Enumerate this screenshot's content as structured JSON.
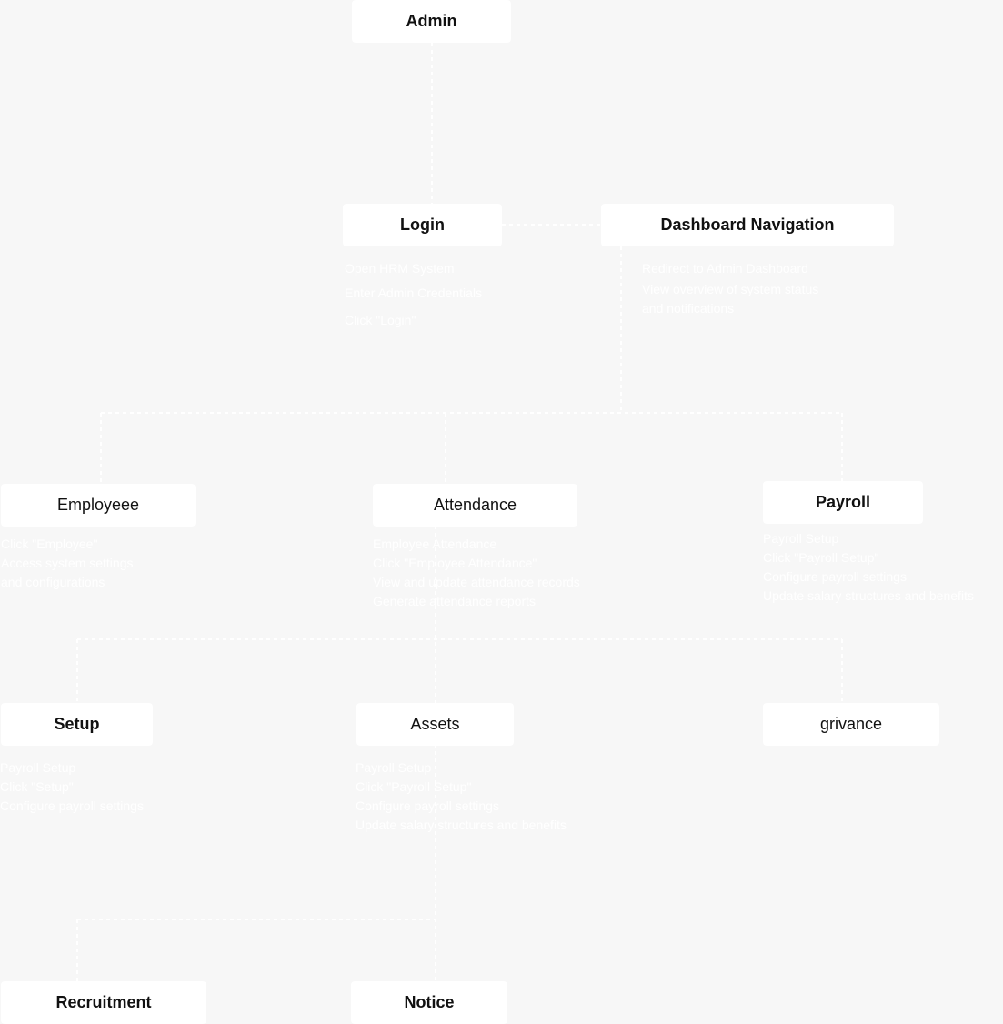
{
  "colors": {
    "background": "#f7f7f7",
    "node": "#ffffff",
    "connector": "#ffffff",
    "note_text": "#ffffff",
    "node_text": "#111111"
  },
  "nodes": {
    "admin": {
      "label": "Admin"
    },
    "login": {
      "label": "Login",
      "notes": [
        "Open HRM System",
        "Enter Admin Credentials",
        "Click \"Login\""
      ]
    },
    "dashboard": {
      "label": "Dashboard Navigation",
      "notes": [
        "Redirect to Admin Dashboard",
        "View overview of system status",
        "and notifications"
      ]
    },
    "employee": {
      "label": "Employeee",
      "notes": [
        "Click \"Employee\"",
        "Access system settings",
        "and configurations"
      ]
    },
    "attendance": {
      "label": "Attendance",
      "notes": [
        "Employee Attendance",
        "Click \"Employee Attendance\"",
        "View and update attendance records",
        "Generate attendance reports"
      ]
    },
    "payroll": {
      "label": "Payroll",
      "notes": [
        "Payroll Setup",
        "Click \"Payroll Setup\"",
        "Configure payroll settings",
        "Update salary structures and benefits"
      ]
    },
    "setup": {
      "label": "Setup",
      "notes": [
        "Payroll Setup",
        "Click \"Setup\"",
        "Configure payroll settings"
      ]
    },
    "assets": {
      "label": "Assets",
      "notes": [
        "Payroll Setup",
        "Click \"Payroll Setup\"",
        "Configure payroll settings",
        "Update salary structures and benefits"
      ]
    },
    "grivance": {
      "label": "grivance"
    },
    "recruitment": {
      "label": "Recruitment"
    },
    "notice": {
      "label": "Notice"
    }
  }
}
